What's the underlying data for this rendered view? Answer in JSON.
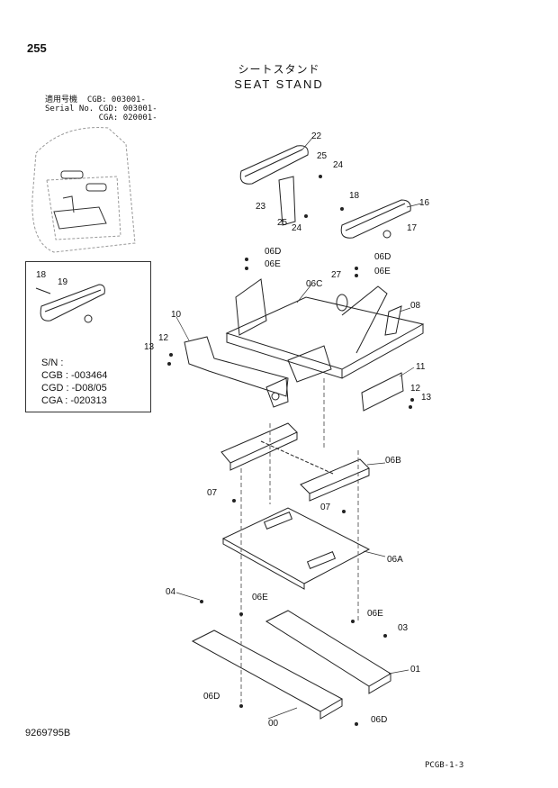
{
  "header": {
    "page_number": "255",
    "title_jp": "シートスタンド",
    "title_en": "SEAT STAND",
    "serial_block": [
      "適用号機  CGB: 003001-",
      "Serial No. CGD: 003001-",
      "           CGA: 020001-"
    ]
  },
  "inset": {
    "sn_label": "S/N :",
    "sn_lines": [
      "CGB : -003464",
      "CGD : -D08/05",
      "CGA : -020313"
    ],
    "callouts": [
      "18",
      "19"
    ]
  },
  "callouts": [
    {
      "id": "c22",
      "label": "22"
    },
    {
      "id": "c25a",
      "label": "25"
    },
    {
      "id": "c24a",
      "label": "24"
    },
    {
      "id": "c18",
      "label": "18"
    },
    {
      "id": "c16",
      "label": "16"
    },
    {
      "id": "c23",
      "label": "23"
    },
    {
      "id": "c25b",
      "label": "25"
    },
    {
      "id": "c24b",
      "label": "24"
    },
    {
      "id": "c17",
      "label": "17"
    },
    {
      "id": "c06Da",
      "label": "06D"
    },
    {
      "id": "c06Ea",
      "label": "06E"
    },
    {
      "id": "c06Db",
      "label": "06D"
    },
    {
      "id": "c27",
      "label": "27"
    },
    {
      "id": "c06Eb",
      "label": "06E"
    },
    {
      "id": "c06C",
      "label": "06C"
    },
    {
      "id": "c08",
      "label": "08"
    },
    {
      "id": "c10",
      "label": "10"
    },
    {
      "id": "c12a",
      "label": "12"
    },
    {
      "id": "c13a",
      "label": "13"
    },
    {
      "id": "c11",
      "label": "11"
    },
    {
      "id": "c12b",
      "label": "12"
    },
    {
      "id": "c13b",
      "label": "13"
    },
    {
      "id": "c06B",
      "label": "06B"
    },
    {
      "id": "c07a",
      "label": "07"
    },
    {
      "id": "c07b",
      "label": "07"
    },
    {
      "id": "c06A",
      "label": "06A"
    },
    {
      "id": "c04",
      "label": "04"
    },
    {
      "id": "c06Ec",
      "label": "06E"
    },
    {
      "id": "c06Ed",
      "label": "06E"
    },
    {
      "id": "c03",
      "label": "03"
    },
    {
      "id": "c01",
      "label": "01"
    },
    {
      "id": "c06Dc",
      "label": "06D"
    },
    {
      "id": "c00",
      "label": "00"
    },
    {
      "id": "c06Dd",
      "label": "06D"
    }
  ],
  "footer": {
    "document_number": "9269795B",
    "page_code": "PCGB-1-3"
  }
}
